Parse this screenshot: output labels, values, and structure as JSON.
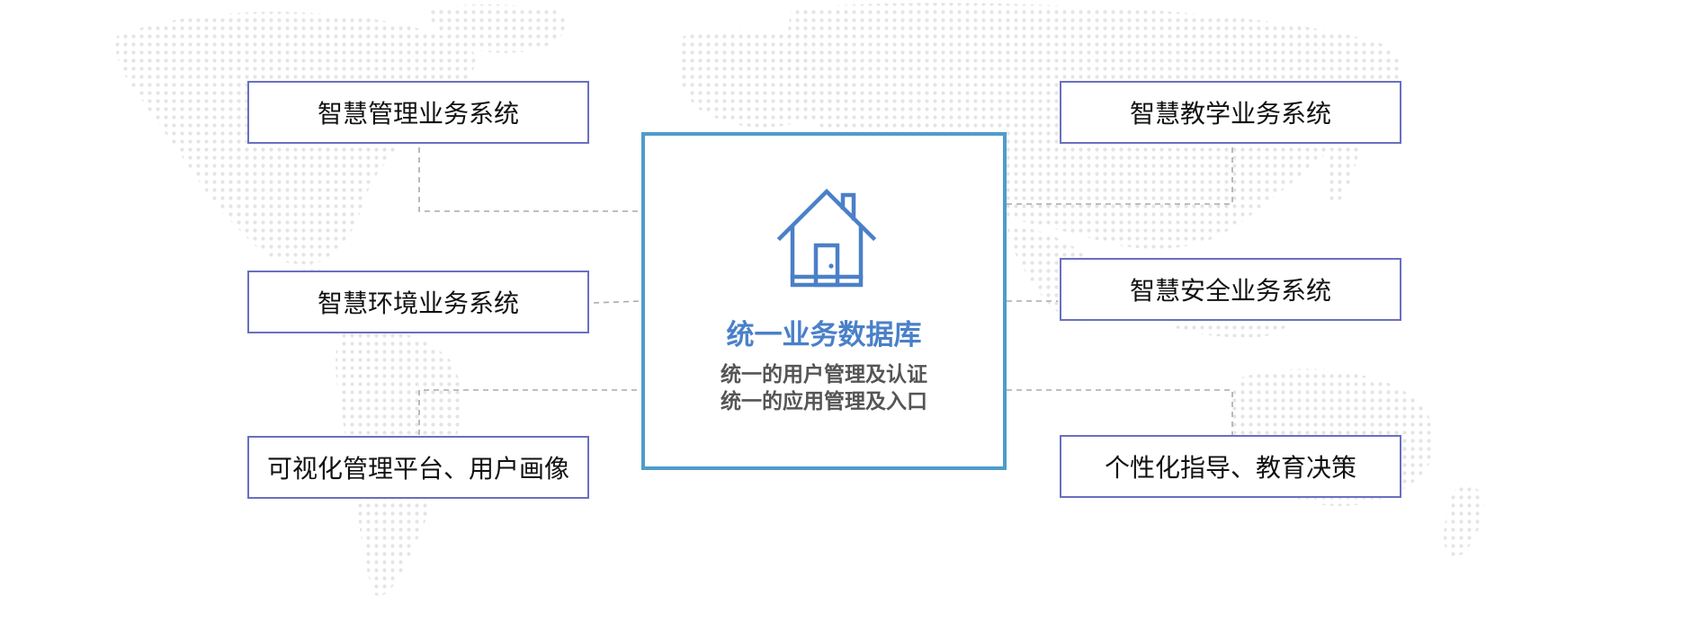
{
  "colors": {
    "box_border": "#6a6fc0",
    "center_border": "#4e9ccc",
    "accent_title": "#4a80c8",
    "body_text": "#111111",
    "sub_text": "#555555",
    "connector": "#aaaaaa",
    "map_dots": "#e4e4e4"
  },
  "center": {
    "icon": "house-icon",
    "title": "统一业务数据库",
    "line1": "统一的用户管理及认证",
    "line2": "统一的应用管理及入口"
  },
  "left_boxes": [
    {
      "label": "智慧管理业务系统"
    },
    {
      "label": "智慧环境业务系统"
    },
    {
      "label": "可视化管理平台、用户画像"
    }
  ],
  "right_boxes": [
    {
      "label": "智慧教学业务系统"
    },
    {
      "label": "智慧安全业务系统"
    },
    {
      "label": "个性化指导、教育决策"
    }
  ]
}
